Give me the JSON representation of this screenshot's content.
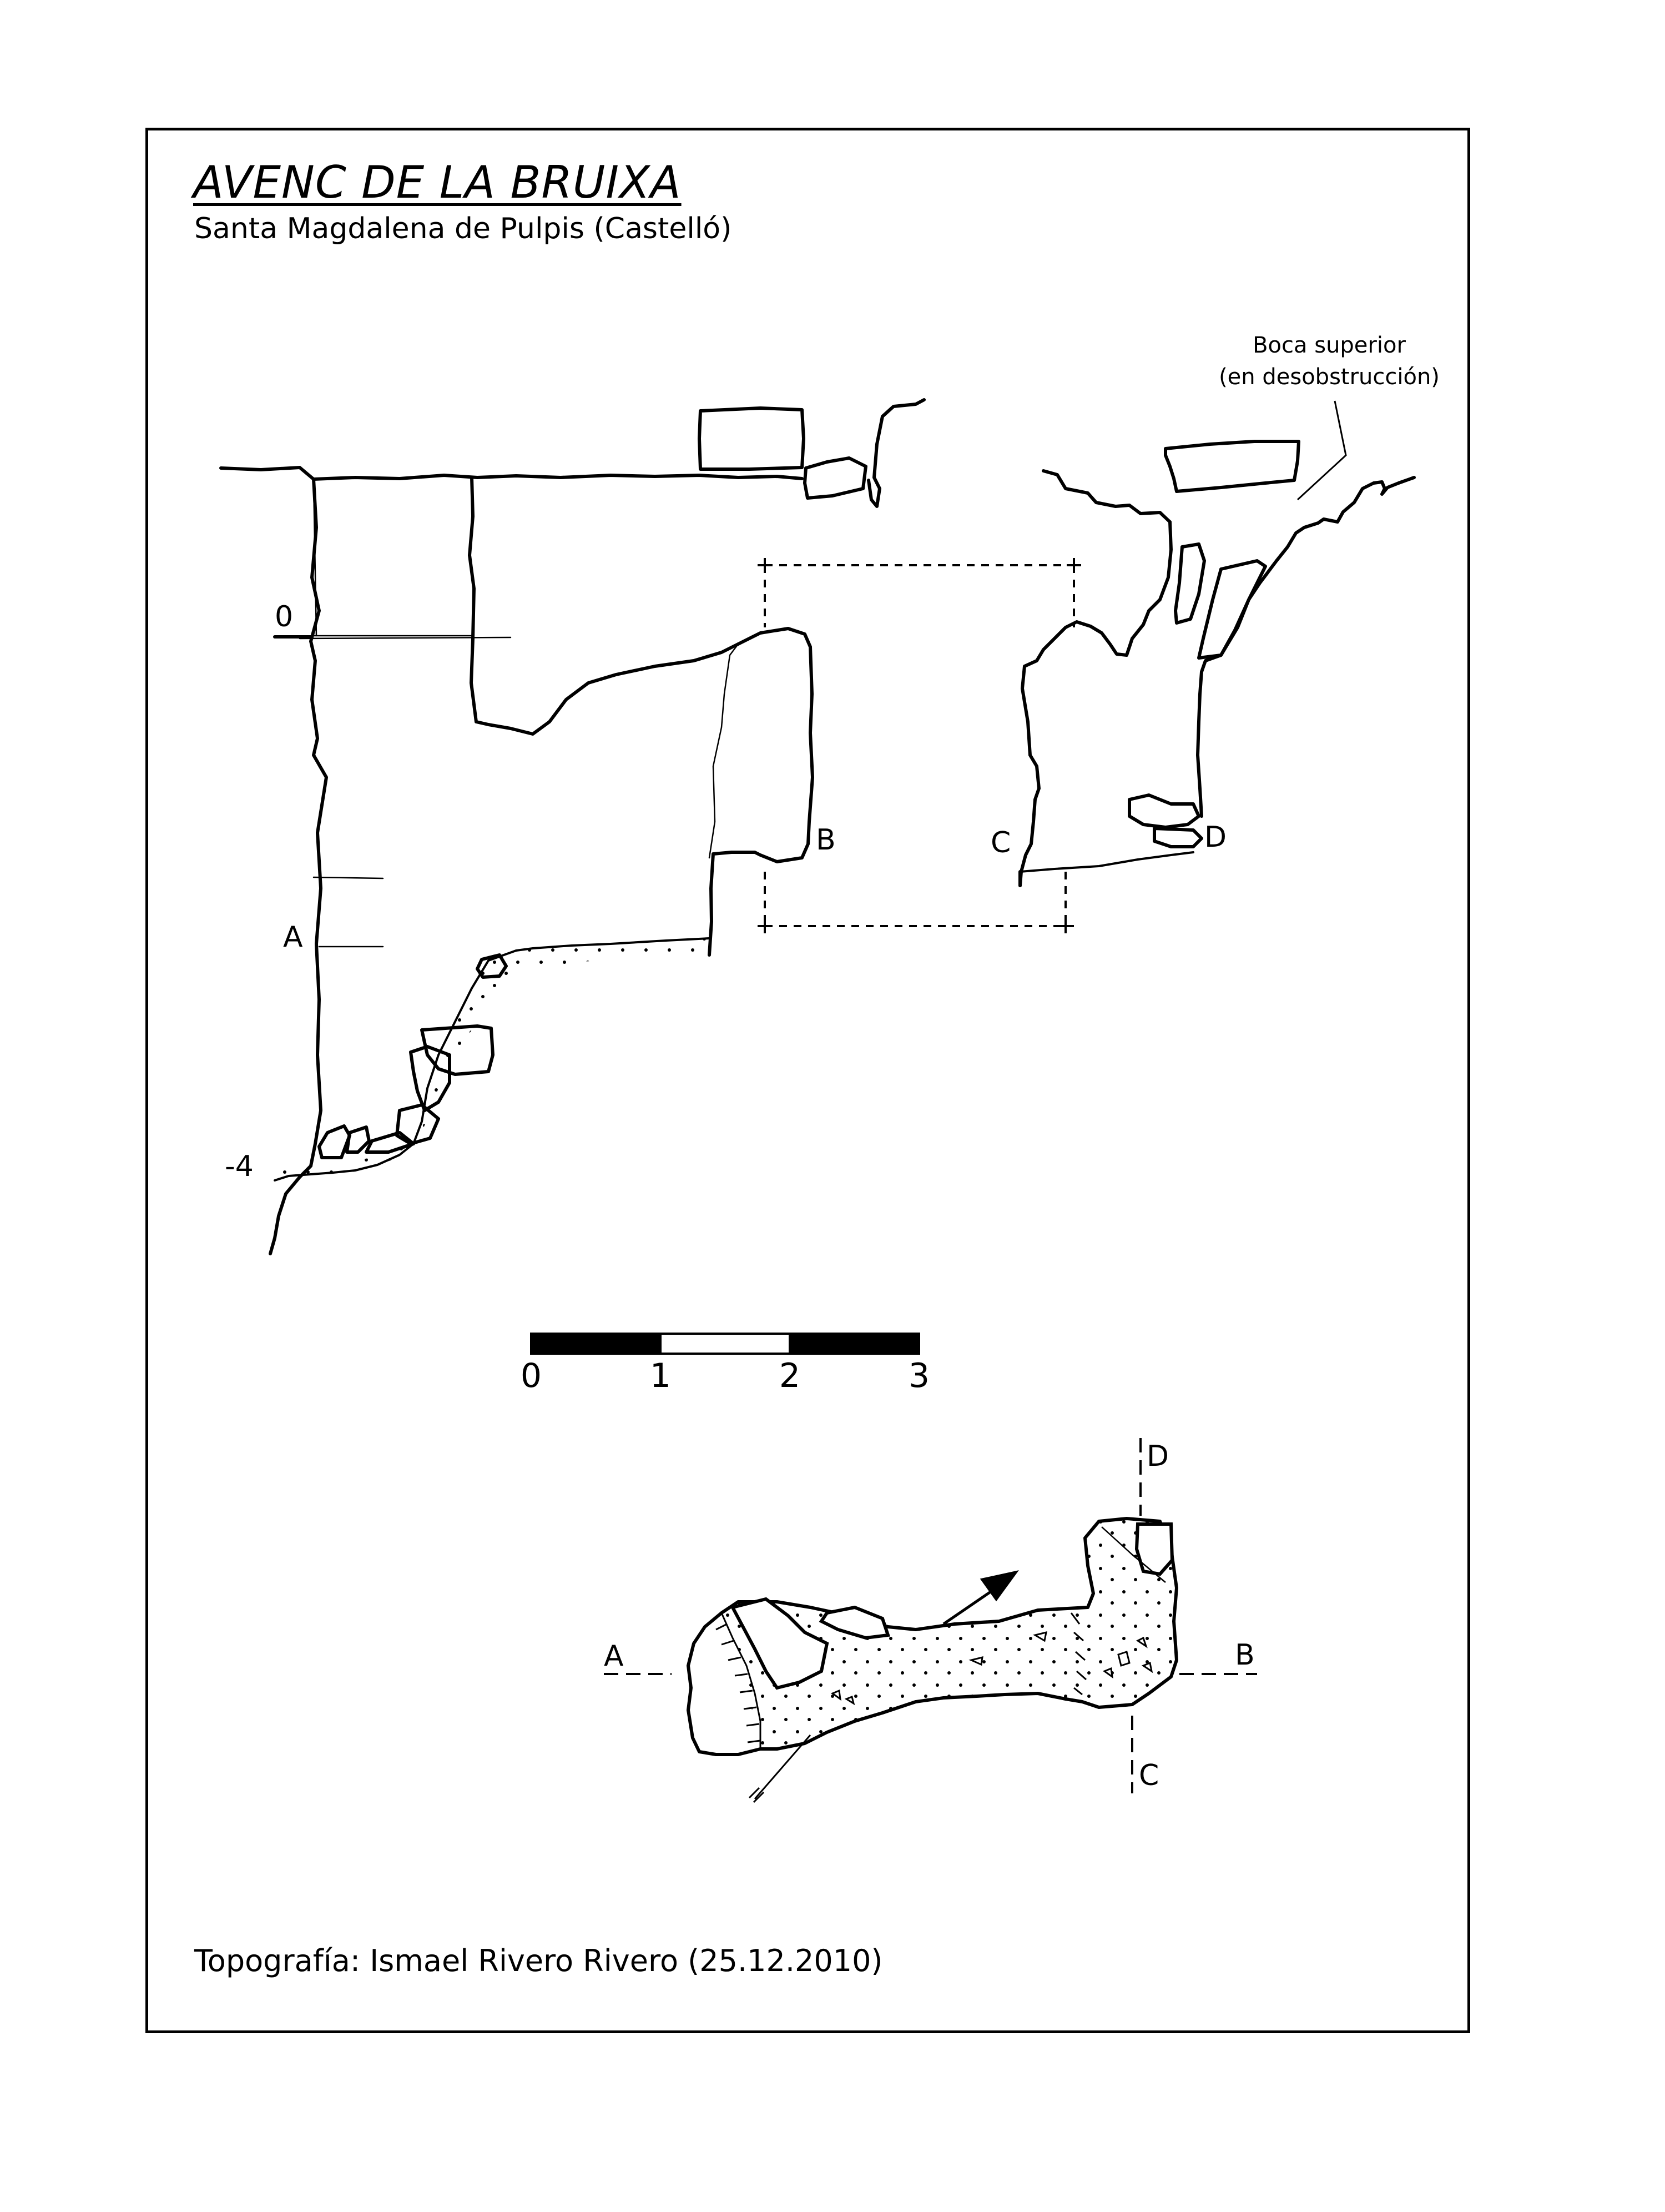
{
  "header": {
    "title": "AVENC DE LA BRUIXA",
    "subtitle": "Santa Magdalena de Pulpis (Castelló)"
  },
  "section": {
    "depth_top": "0",
    "depth_bottom": "-4",
    "label_a": "A",
    "label_b": "B",
    "label_c": "C",
    "label_d": "D",
    "note_line1": "Boca superior",
    "note_line2": "(en desobstrucción)"
  },
  "scale_bar": {
    "ticks": [
      "0",
      "1",
      "2",
      "3"
    ]
  },
  "plan": {
    "label_a": "A",
    "label_b": "B",
    "label_c": "C",
    "label_d": "D"
  },
  "footer": {
    "credit": "Topografía: Ismael Rivero Rivero (25.12.2010)"
  },
  "colors": {
    "ink": "#000000",
    "paper": "#ffffff"
  }
}
